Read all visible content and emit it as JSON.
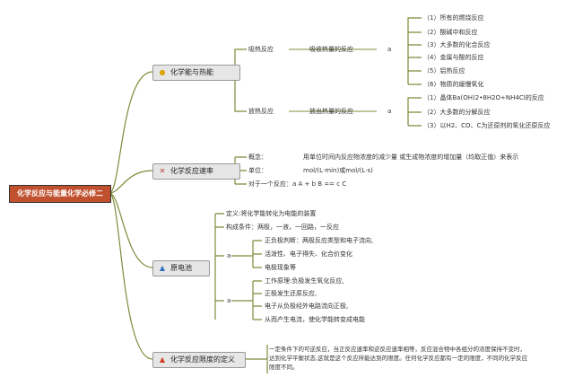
{
  "root": "化学反应与能量化学必修二",
  "branches": {
    "heat": {
      "label": "化学能与热能",
      "icon": "lightbulb-icon"
    },
    "rate": {
      "label": "化学反应速率",
      "icon": "tools-icon"
    },
    "cell": {
      "label": "原电池",
      "icon": "flame-blue-icon"
    },
    "limit": {
      "label": "化学反应限度的定义",
      "icon": "fire-icon"
    }
  },
  "heat": {
    "endo": {
      "label": "吸热反应",
      "desc": "吸收热量的反应",
      "marker": "a",
      "items": [
        "（1）所有的燃烧反应",
        "（2）酸碱中和反应",
        "（3）大多数的化合反应",
        "（4）金属与酸的反应",
        "（5）铝热反应",
        "（6）物质的缓慢氧化"
      ]
    },
    "exo": {
      "label": "放热反应",
      "desc": "放出热量的反应",
      "marker": "a",
      "items": [
        "（1）晶体Ba(OH)2•8H2O+NH4Cl的反应",
        "（2）大多数的分解反应",
        "（3）以H2、CO、C为还原剂的氧化还原反应"
      ]
    }
  },
  "rate": {
    "concept_label": "概念：",
    "concept": "用单位时间内反应物浓度的减少量 或生成物浓度的增加量（均取正值）来表示",
    "unit_label": "单位：",
    "unit": "mol/(L·min)或mol/(L·s)",
    "reaction": "对于一个反应：a A + b B == c C"
  },
  "cell": {
    "definition": "定义:将化学能转化为电能的装置",
    "conditions": "构成条件：两极，一液，一回路，一反应",
    "marker": "a",
    "group1": [
      "正负极判断：两极反应类型和电子流向,",
      "活泼性、电子得失、化合价变化",
      "电极现象等"
    ],
    "group2": [
      "工作原理:负极发生氧化反应,",
      "正极发生还原反应,",
      "电子从负极经外电路流向正极,",
      "从而产生电流，使化学能转变成电能"
    ]
  },
  "limit": {
    "text": "一定条件下的可逆反应，当正反应速率和逆反应速率相等，反应混合物中各组分的浓度保持不变时，达到化学平衡状态,这就是这个反应所能达到的限度。任何化学反应都有一定的限度，不同的化学反应限度不同。"
  },
  "colors": {
    "root_bg": "#c0502e",
    "line": "#7b8c3a",
    "branch_bg": "#e6e6e6"
  }
}
